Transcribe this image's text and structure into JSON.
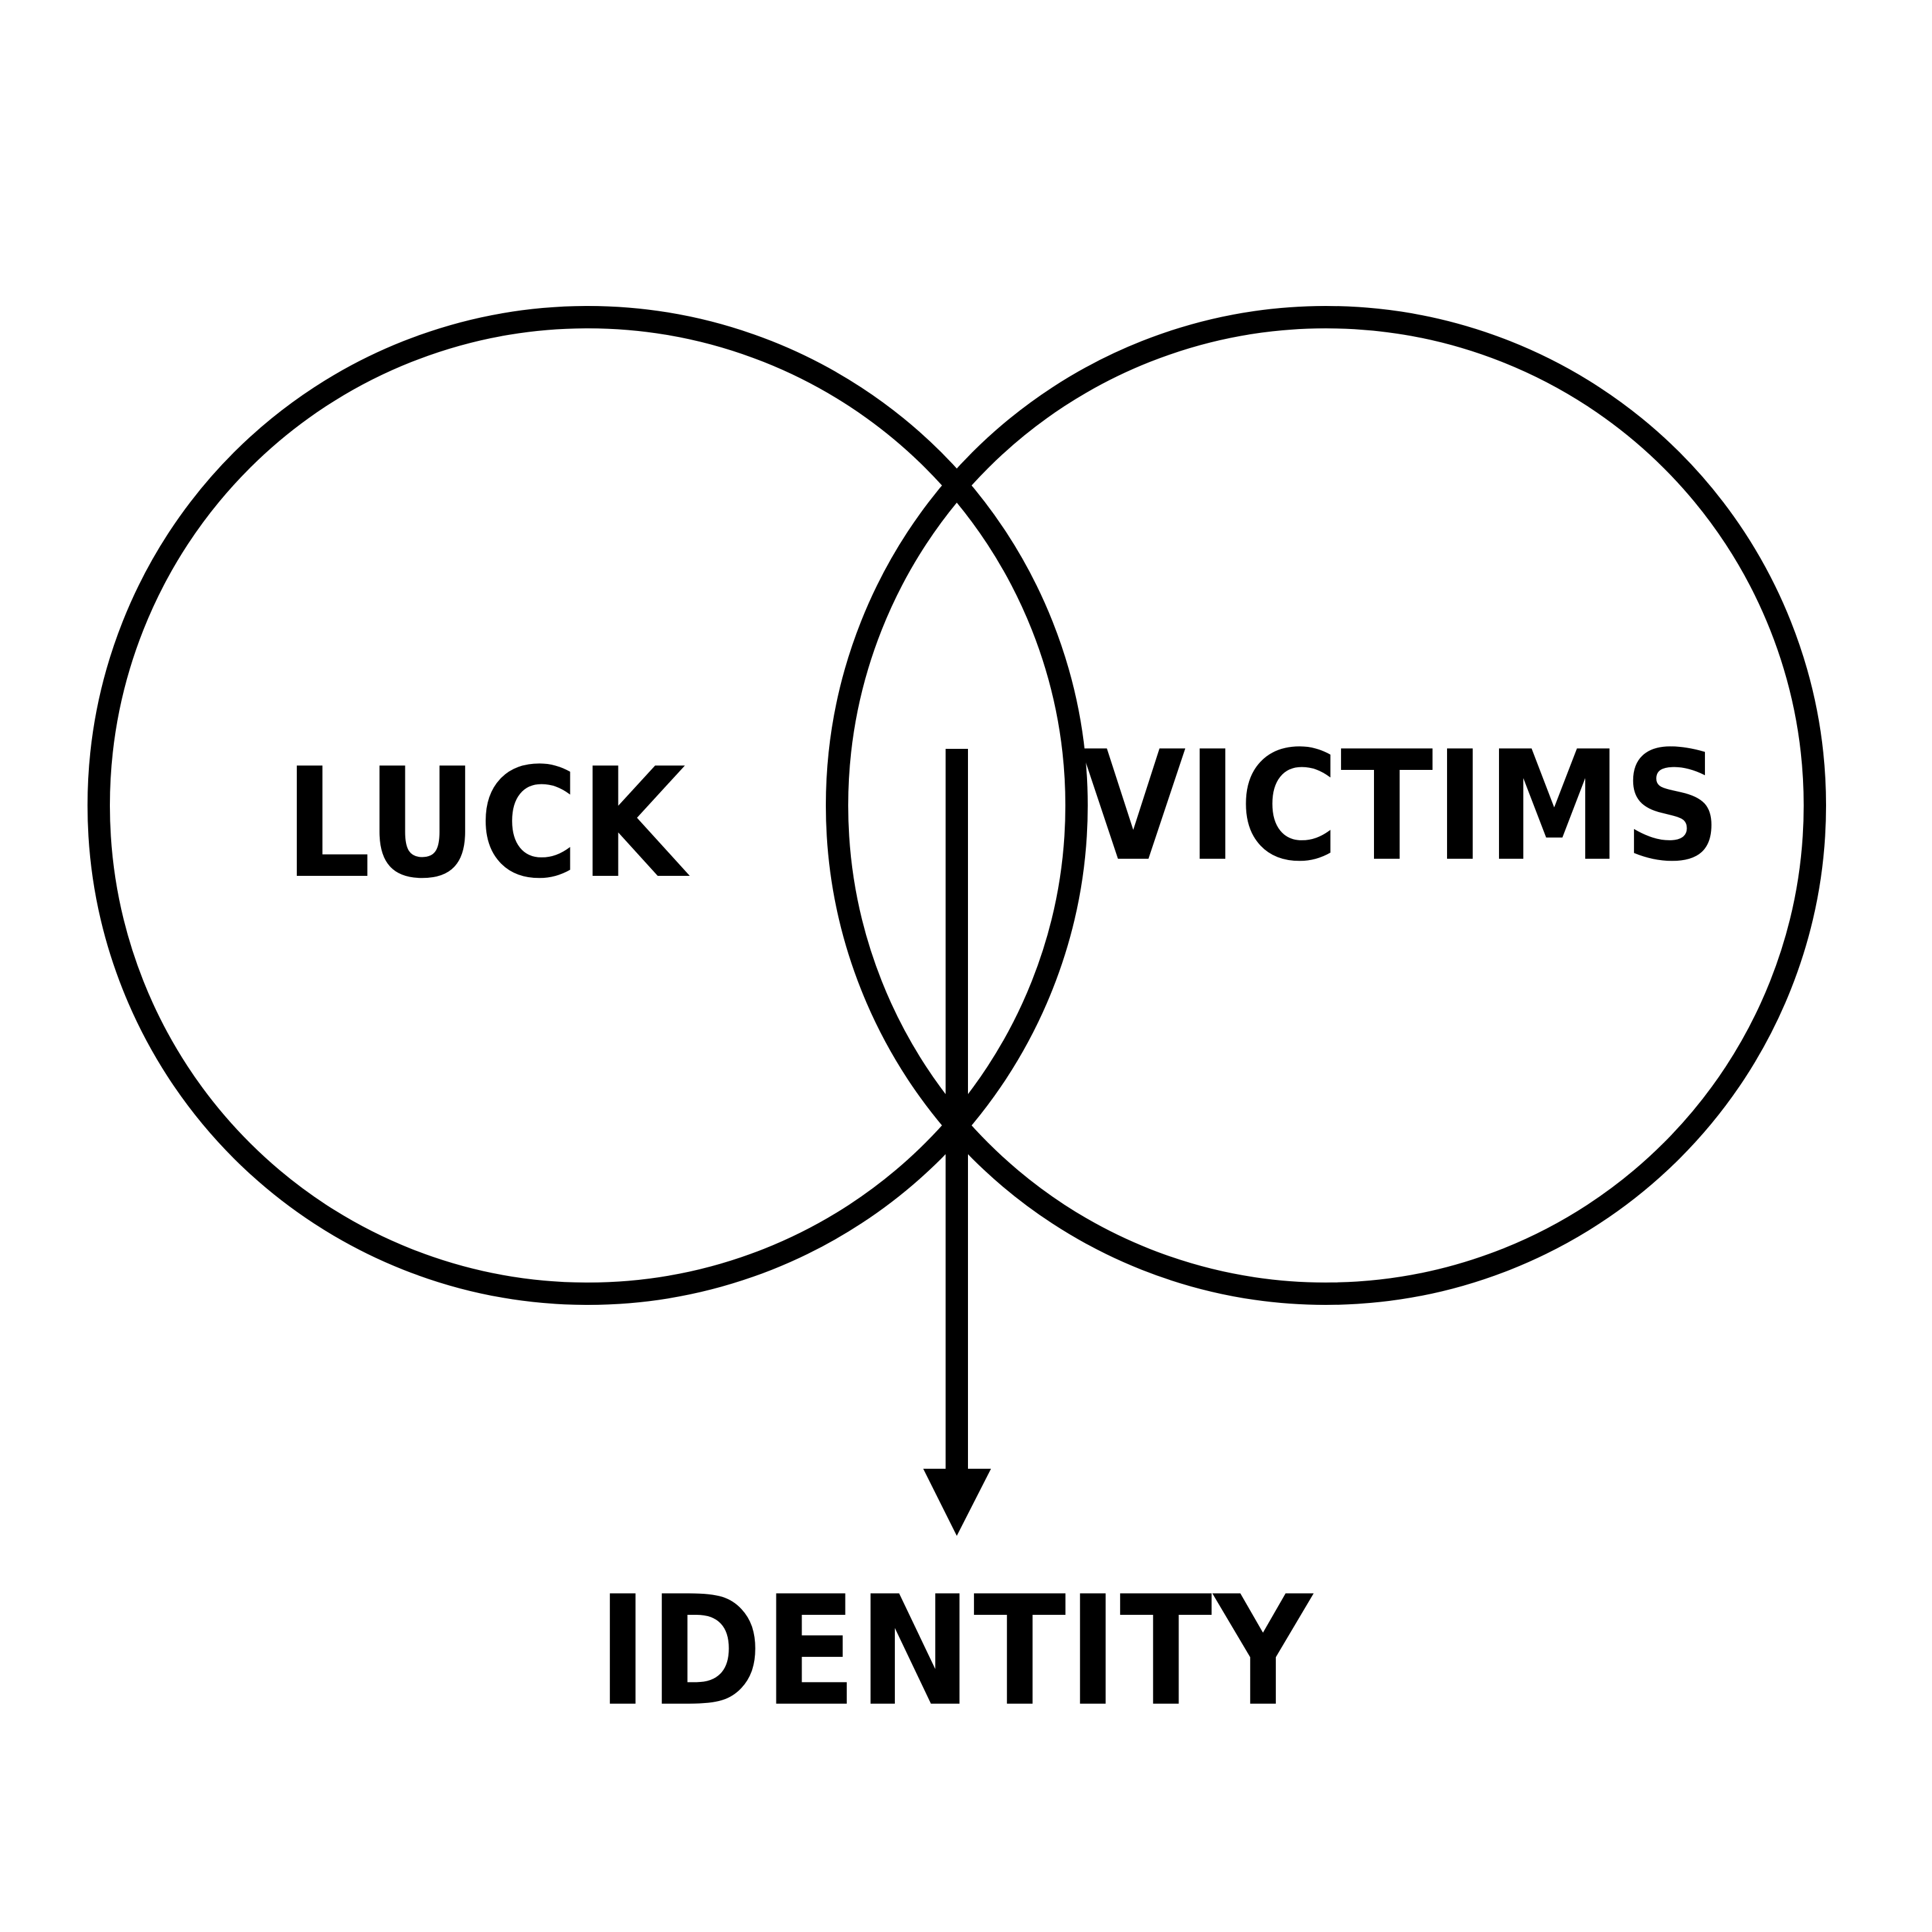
{
  "diagram": {
    "left_circle_label": "LUCK",
    "right_circle_label": "VICTIMS",
    "result_label": "IDENTITY"
  },
  "colors": {
    "background": "#ffffff",
    "stroke": "#000000"
  }
}
